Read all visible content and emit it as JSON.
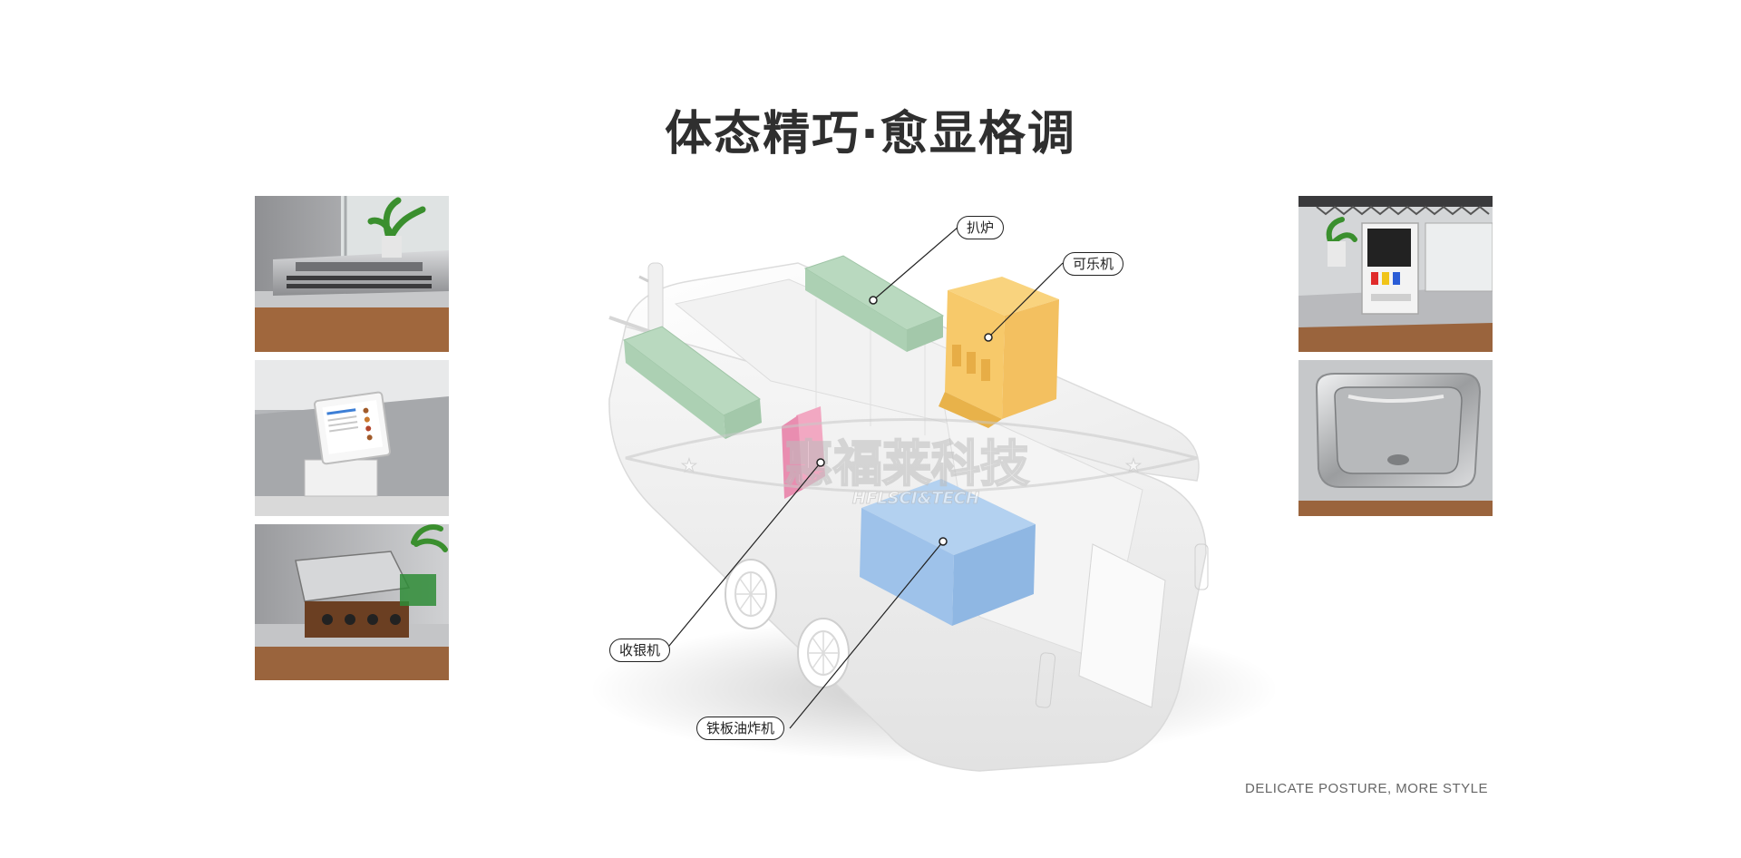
{
  "page": {
    "headline": "体态精巧·愈显格调",
    "tagline": "DELICATE POSTURE, MORE STYLE"
  },
  "watermark": {
    "main": "惠福莱科技",
    "sub": "HFLSCI&TECH"
  },
  "callouts": [
    {
      "id": "grill",
      "label": "扒炉"
    },
    {
      "id": "cola",
      "label": "可乐机"
    },
    {
      "id": "cashier",
      "label": "收银机"
    },
    {
      "id": "griddle-fryer",
      "label": "铁板油炸机"
    }
  ],
  "thumbnails_left": [
    {
      "id": "grill-photo",
      "subject": "grill"
    },
    {
      "id": "cashier-photo",
      "subject": "cash-register"
    },
    {
      "id": "griddle-photo",
      "subject": "griddle-fryer"
    }
  ],
  "thumbnails_right": [
    {
      "id": "cola-photo",
      "subject": "cola-machine"
    },
    {
      "id": "sink-photo",
      "subject": "sink"
    }
  ],
  "colors": {
    "grill": "#b9d9bf",
    "cola": "#f7c96a",
    "cashier": "#f2a8c2",
    "fryer": "#9ec2ea",
    "truck": "#f6f6f6"
  }
}
